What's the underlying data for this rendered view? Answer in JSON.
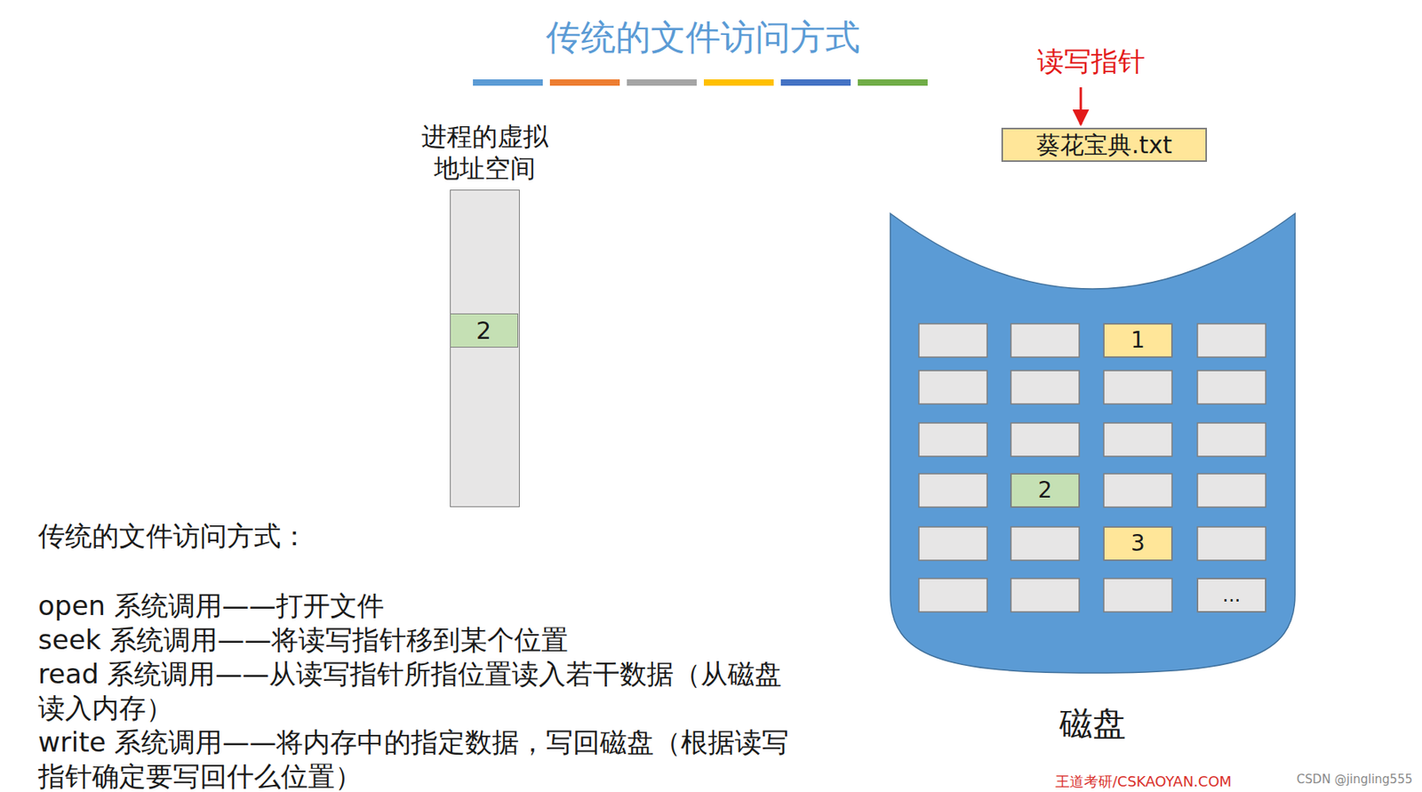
{
  "diagram": {
    "title": "传统的文件访问方式",
    "nodes": [
      {
        "text": [
          "进程的虚拟 地址空间"
        ]
      },
      {
        "text": [
          "2"
        ],
        "in": 0
      },
      {
        "text": [
          "葵花宝典.txt"
        ]
      },
      {
        "text": [
          "磁盘"
        ]
      },
      {
        "text": [
          "1"
        ],
        "in": 3
      },
      {
        "text": [
          "2"
        ],
        "in": 3
      },
      {
        "text": [
          "3"
        ],
        "in": 3
      },
      {
        "text": [
          "..."
        ],
        "in": 3
      }
    ],
    "labels": [
      "读写指针",
      "传统的文件访问方式：",
      "open 系统调用——打开文件",
      "seek 系统调用——将读写指针移到某个位置",
      "read 系统调用——从读写指针所指位置读入若干数据（从磁盘读入内存）",
      "write 系统调用——将内存中的指定数据，写回磁盘（根据读写指针确定要写回什么位置）",
      "王道考研/CSKAOYAN.COM",
      "CSDN @jingling555"
    ]
  }
}
